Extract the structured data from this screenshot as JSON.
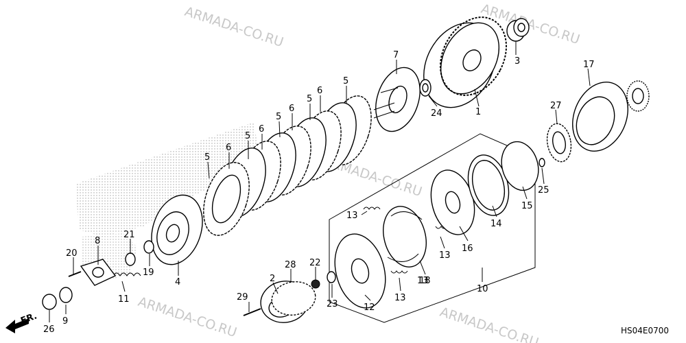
{
  "diagram": {
    "part_code": "HS04E0700",
    "direction_label": "FR.",
    "watermark": "ARMADA-CO.RU",
    "callouts": [
      "1",
      "2",
      "3",
      "4",
      "5",
      "5",
      "5",
      "5",
      "5",
      "6",
      "6",
      "6",
      "6",
      "7",
      "8",
      "9",
      "10",
      "11",
      "12",
      "13",
      "13",
      "13",
      "13",
      "14",
      "15",
      "16",
      "17",
      "18",
      "19",
      "20",
      "21",
      "22",
      "23",
      "24",
      "25",
      "26",
      "27",
      "28",
      "29"
    ]
  }
}
